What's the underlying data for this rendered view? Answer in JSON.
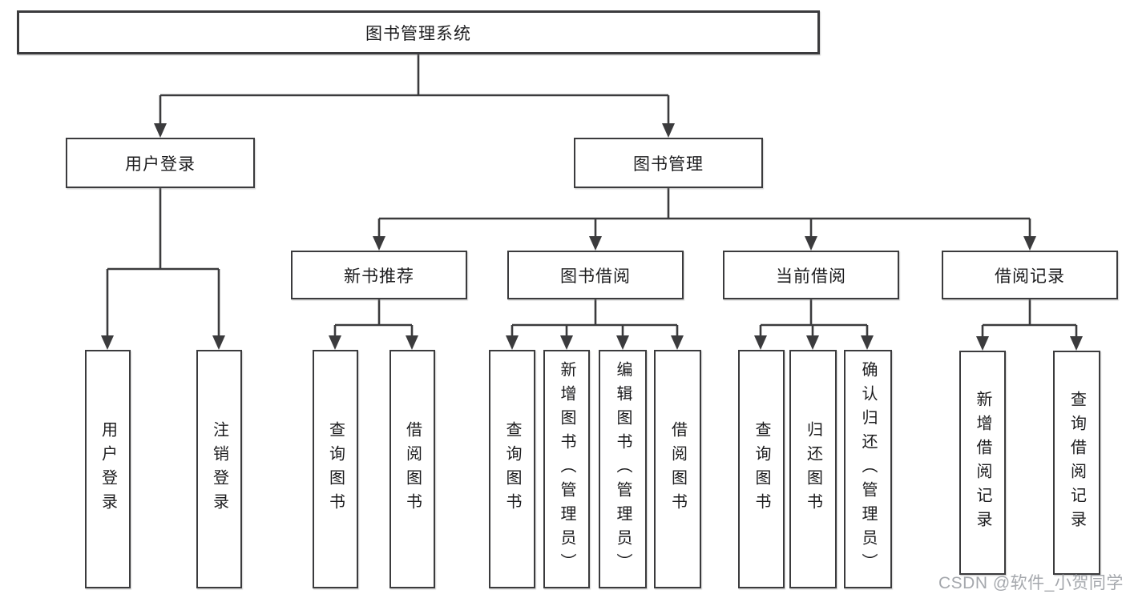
{
  "diagram": {
    "root": {
      "label": "图书管理系统"
    },
    "level2": [
      {
        "label": "用户登录"
      },
      {
        "label": "图书管理"
      }
    ],
    "level3": [
      {
        "label": "新书推荐"
      },
      {
        "label": "图书借阅"
      },
      {
        "label": "当前借阅"
      },
      {
        "label": "借阅记录"
      }
    ],
    "leaves": {
      "user_login": [
        {
          "label": "用户登录"
        },
        {
          "label": "注销登录"
        }
      ],
      "new_books": [
        {
          "label": "查询图书"
        },
        {
          "label": "借阅图书"
        }
      ],
      "book_borrow": [
        {
          "label": "查询图书"
        },
        {
          "label": "新增图书（管理员）"
        },
        {
          "label": "编辑图书（管理员）"
        },
        {
          "label": "借阅图书"
        }
      ],
      "current_borrow": [
        {
          "label": "查询图书"
        },
        {
          "label": "归还图书"
        },
        {
          "label": "确认归还（管理员）"
        }
      ],
      "borrow_records": [
        {
          "label": "新增借阅记录"
        },
        {
          "label": "查询借阅记录"
        }
      ]
    },
    "watermark": "CSDN @软件_小贺同学",
    "colors": {
      "line": "#3b3b3d",
      "text": "#1c1c1e",
      "background": "#ffffff",
      "watermark": "#989ca2"
    }
  }
}
